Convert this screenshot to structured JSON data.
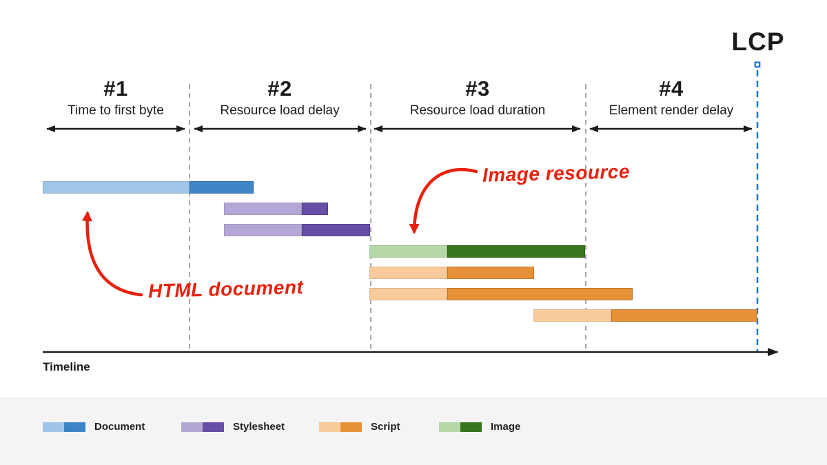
{
  "header": {
    "lcp_label": "LCP"
  },
  "phases": [
    {
      "number": "#1",
      "label": "Time to first byte"
    },
    {
      "number": "#2",
      "label": "Resource load delay"
    },
    {
      "number": "#3",
      "label": "Resource load duration"
    },
    {
      "number": "#4",
      "label": "Element render delay"
    }
  ],
  "annotations": {
    "html_document": "HTML document",
    "image_resource": "Image resource",
    "color": "#e8210d"
  },
  "timeline": {
    "label": "Timeline"
  },
  "legend": [
    {
      "label": "Document",
      "light": "#9fc5e8",
      "dark": "#3d85c6"
    },
    {
      "label": "Stylesheet",
      "light": "#b4a7d6",
      "dark": "#674ea7"
    },
    {
      "label": "Script",
      "light": "#f9cb9c",
      "dark": "#e69138"
    },
    {
      "label": "Image",
      "light": "#b6d7a8",
      "dark": "#38761d"
    }
  ],
  "colors": {
    "lcp_line": "#1a73e8",
    "phase_divider": "#a6a6a6",
    "axis": "#1b1b1b",
    "legend_band": "#f4f4f4",
    "annotation_red": "#e8210d"
  },
  "chart_data": {
    "type": "gantt",
    "x_axis": {
      "label": "Timeline",
      "units": "relative time, 0 = navigation start, 100 = LCP"
    },
    "phase_boundaries": [
      0,
      20.5,
      45.9,
      76.0,
      100
    ],
    "bars": [
      {
        "row": 0,
        "resource": "document",
        "start": 0,
        "split": 20.5,
        "end": 29.5
      },
      {
        "row": 1,
        "resource": "stylesheet",
        "start": 25.4,
        "split": 36.3,
        "end": 39.9
      },
      {
        "row": 2,
        "resource": "stylesheet",
        "start": 25.4,
        "split": 36.3,
        "end": 45.8
      },
      {
        "row": 3,
        "resource": "image",
        "start": 45.7,
        "split": 56.6,
        "end": 75.9
      },
      {
        "row": 4,
        "resource": "script",
        "start": 45.7,
        "split": 56.6,
        "end": 68.8
      },
      {
        "row": 5,
        "resource": "script",
        "start": 45.7,
        "split": 56.6,
        "end": 82.5
      },
      {
        "row": 6,
        "resource": "script",
        "start": 68.7,
        "split": 79.6,
        "end": 100
      }
    ],
    "lcp_marker": 100
  }
}
